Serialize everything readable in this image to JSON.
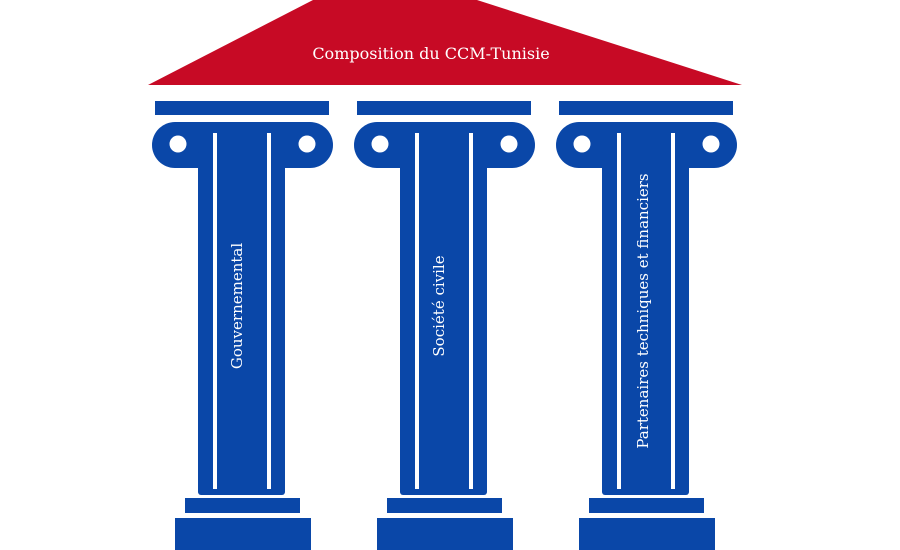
{
  "title": "Composition du CCM-Tunisie",
  "pillars": [
    {
      "label": "Gouvernemental"
    },
    {
      "label": "Société civile"
    },
    {
      "label": "Partenaires techniques et financiers"
    }
  ],
  "colors": {
    "roof": "#c70a25",
    "pillar": "#0a47a8",
    "background": "#ffffff"
  }
}
